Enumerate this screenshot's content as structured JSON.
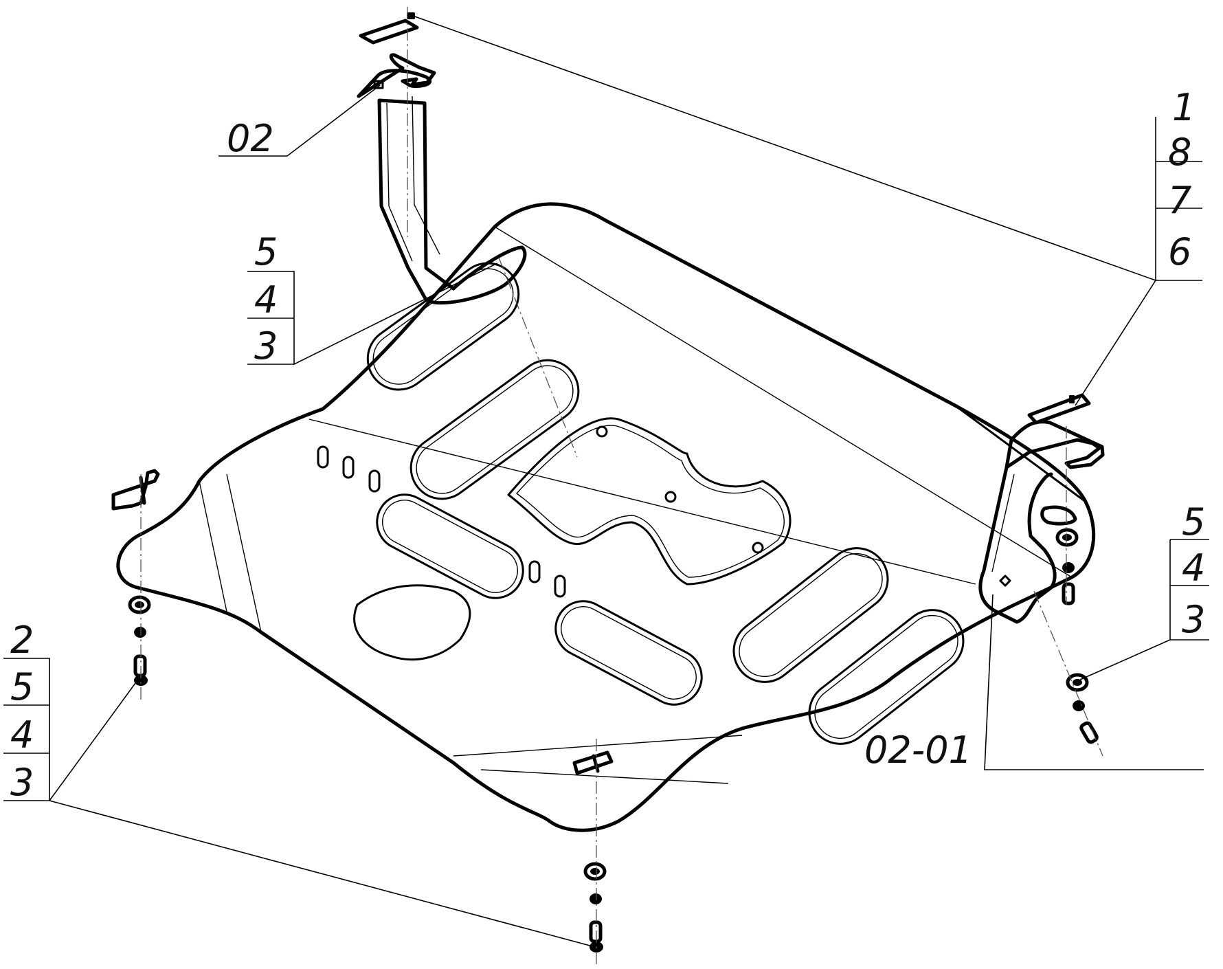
{
  "callouts": {
    "bracket_left": "02",
    "bracket_right": "02-01",
    "stack_top_right": [
      "1",
      "8",
      "7",
      "6"
    ],
    "stack_mid_left": [
      "5",
      "4",
      "3"
    ],
    "stack_mid_right": [
      "5",
      "4",
      "3"
    ],
    "stack_bottom_left": [
      "2",
      "5",
      "4",
      "3"
    ]
  }
}
